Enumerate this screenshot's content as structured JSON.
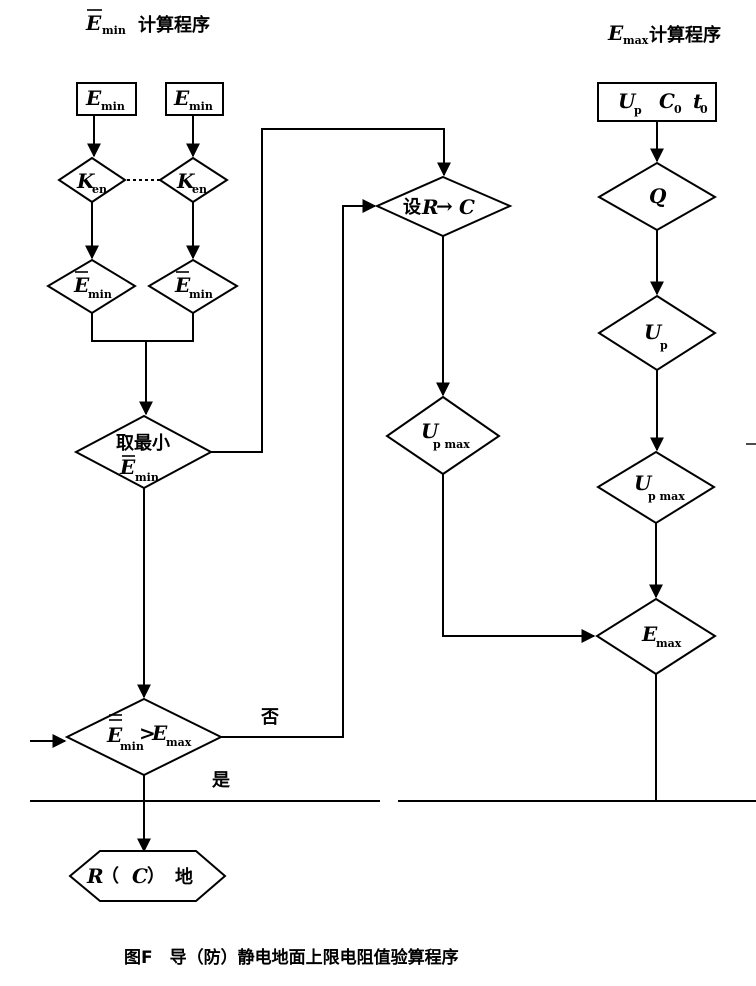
{
  "titles": {
    "left": {
      "symbol": "E",
      "sub": "min",
      "text": "计算程序"
    },
    "right": {
      "symbol": "E",
      "sub": "max",
      "text": "计算程序"
    }
  },
  "nodes": {
    "emin_box_1": {
      "symbol": "E",
      "sub": "min"
    },
    "emin_box_2": {
      "symbol": "E",
      "sub": "min"
    },
    "ken_1": {
      "symbol": "K",
      "sub": "en"
    },
    "ken_2": {
      "symbol": "K",
      "sub": "en"
    },
    "ebar_min_1": {
      "symbol": "E",
      "sub": "min"
    },
    "ebar_min_2": {
      "symbol": "E",
      "sub": "min"
    },
    "take_min": {
      "text": "取最小",
      "symbol": "E",
      "sub": "min"
    },
    "compare": {
      "symbol_left": "E",
      "sub_left": "min",
      "op": ">",
      "symbol_right": "E",
      "sub_right": "max"
    },
    "result": {
      "symbol": "R",
      "paren_open": "（",
      "symbol2": "C",
      "paren_close": "）",
      "text": "地"
    },
    "set_rc": {
      "prefix": "设",
      "symbol": "R",
      "arrow": "→",
      "symbol2": "C"
    },
    "up_max_mid": {
      "symbol": "U",
      "sub": "p max"
    },
    "input_box": {
      "u": "U",
      "u_sub": "p",
      "c": "C",
      "c_sub": "0",
      "t": "t",
      "t_sub": "0"
    },
    "q": {
      "symbol": "Q"
    },
    "up": {
      "symbol": "U",
      "sub": "p"
    },
    "up_max_right": {
      "symbol": "U",
      "sub": "p max"
    },
    "emax": {
      "symbol": "E",
      "sub": "max"
    }
  },
  "edge_labels": {
    "no": "否",
    "yes": "是"
  },
  "caption": "图F　导（防）静电地面上限电阻值验算程序"
}
